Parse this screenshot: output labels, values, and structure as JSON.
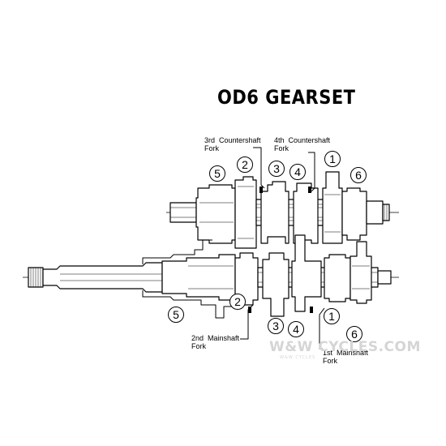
{
  "title": "OD6 GEARSET",
  "callouts": {
    "countershaft_fork_3rd": "3rd  Countershaft\nFork",
    "countershaft_fork_4th": "4th  Countershaft\nFork",
    "mainshaft_fork_2nd": "2nd  Mainshaft\nFork",
    "mainshaft_fork_1st": "1st  Mainshaft\nFork"
  },
  "gear_markers": {
    "counter_5": "5",
    "counter_2": "2",
    "counter_3": "3",
    "counter_4": "4",
    "counter_1": "1",
    "counter_6": "6",
    "main_5": "5",
    "main_2": "2",
    "main_3": "3",
    "main_4": "4",
    "main_1": "1",
    "main_6": "6"
  },
  "watermark": {
    "text": "W&W CYCLES.COM",
    "subtext": "W&W CYCLES"
  }
}
